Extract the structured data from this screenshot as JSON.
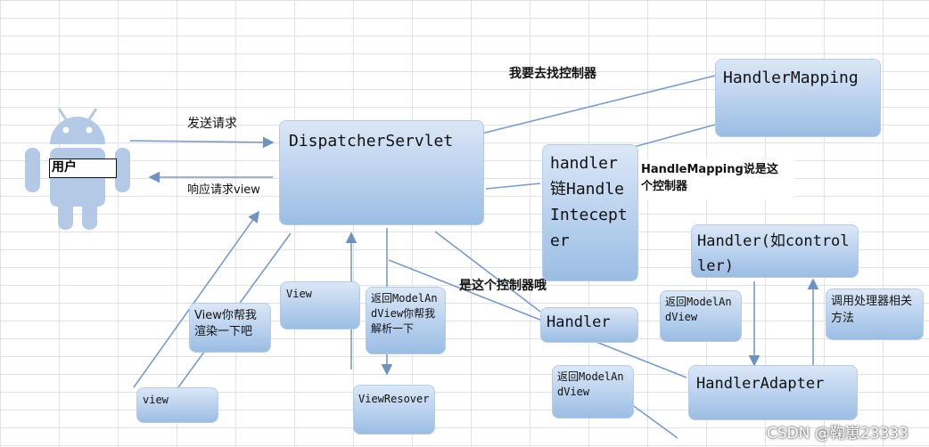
{
  "nodes": {
    "user": "用户",
    "dispatcher": "DispatcherServlet",
    "handler_mapping": "HandlerMapping",
    "handler_chain": "handler链HandleIntecepter",
    "handler_controller": "Handler(如controller)",
    "handler": "Handler",
    "handler_adapter": "HandlerAdapter",
    "view_lower": "view",
    "view_upper": "View",
    "view_render": "View你帮我渲染一下吧",
    "return_mav_parse": "返回ModelAndView你帮我解析一下",
    "view_resolver": "ViewResover",
    "return_mav_1": "返回ModelAndView",
    "return_mav_2": "返回ModelAndView",
    "invoke_handler": "调用处理器相关方法"
  },
  "labels": {
    "send_request": "发送请求",
    "response_view": "响应请求view",
    "find_controller": "我要去找控制器",
    "mapping_says": "HandleMapping说是这个控制器",
    "is_this_controller": "是这个控制器哦"
  },
  "watermark": "CSDN @鞠崽23333",
  "colors": {
    "box_top": "#dbe7f6",
    "box_bottom": "#9bbde3",
    "line": "#7a9cc6",
    "android": "#b4c9e6"
  }
}
